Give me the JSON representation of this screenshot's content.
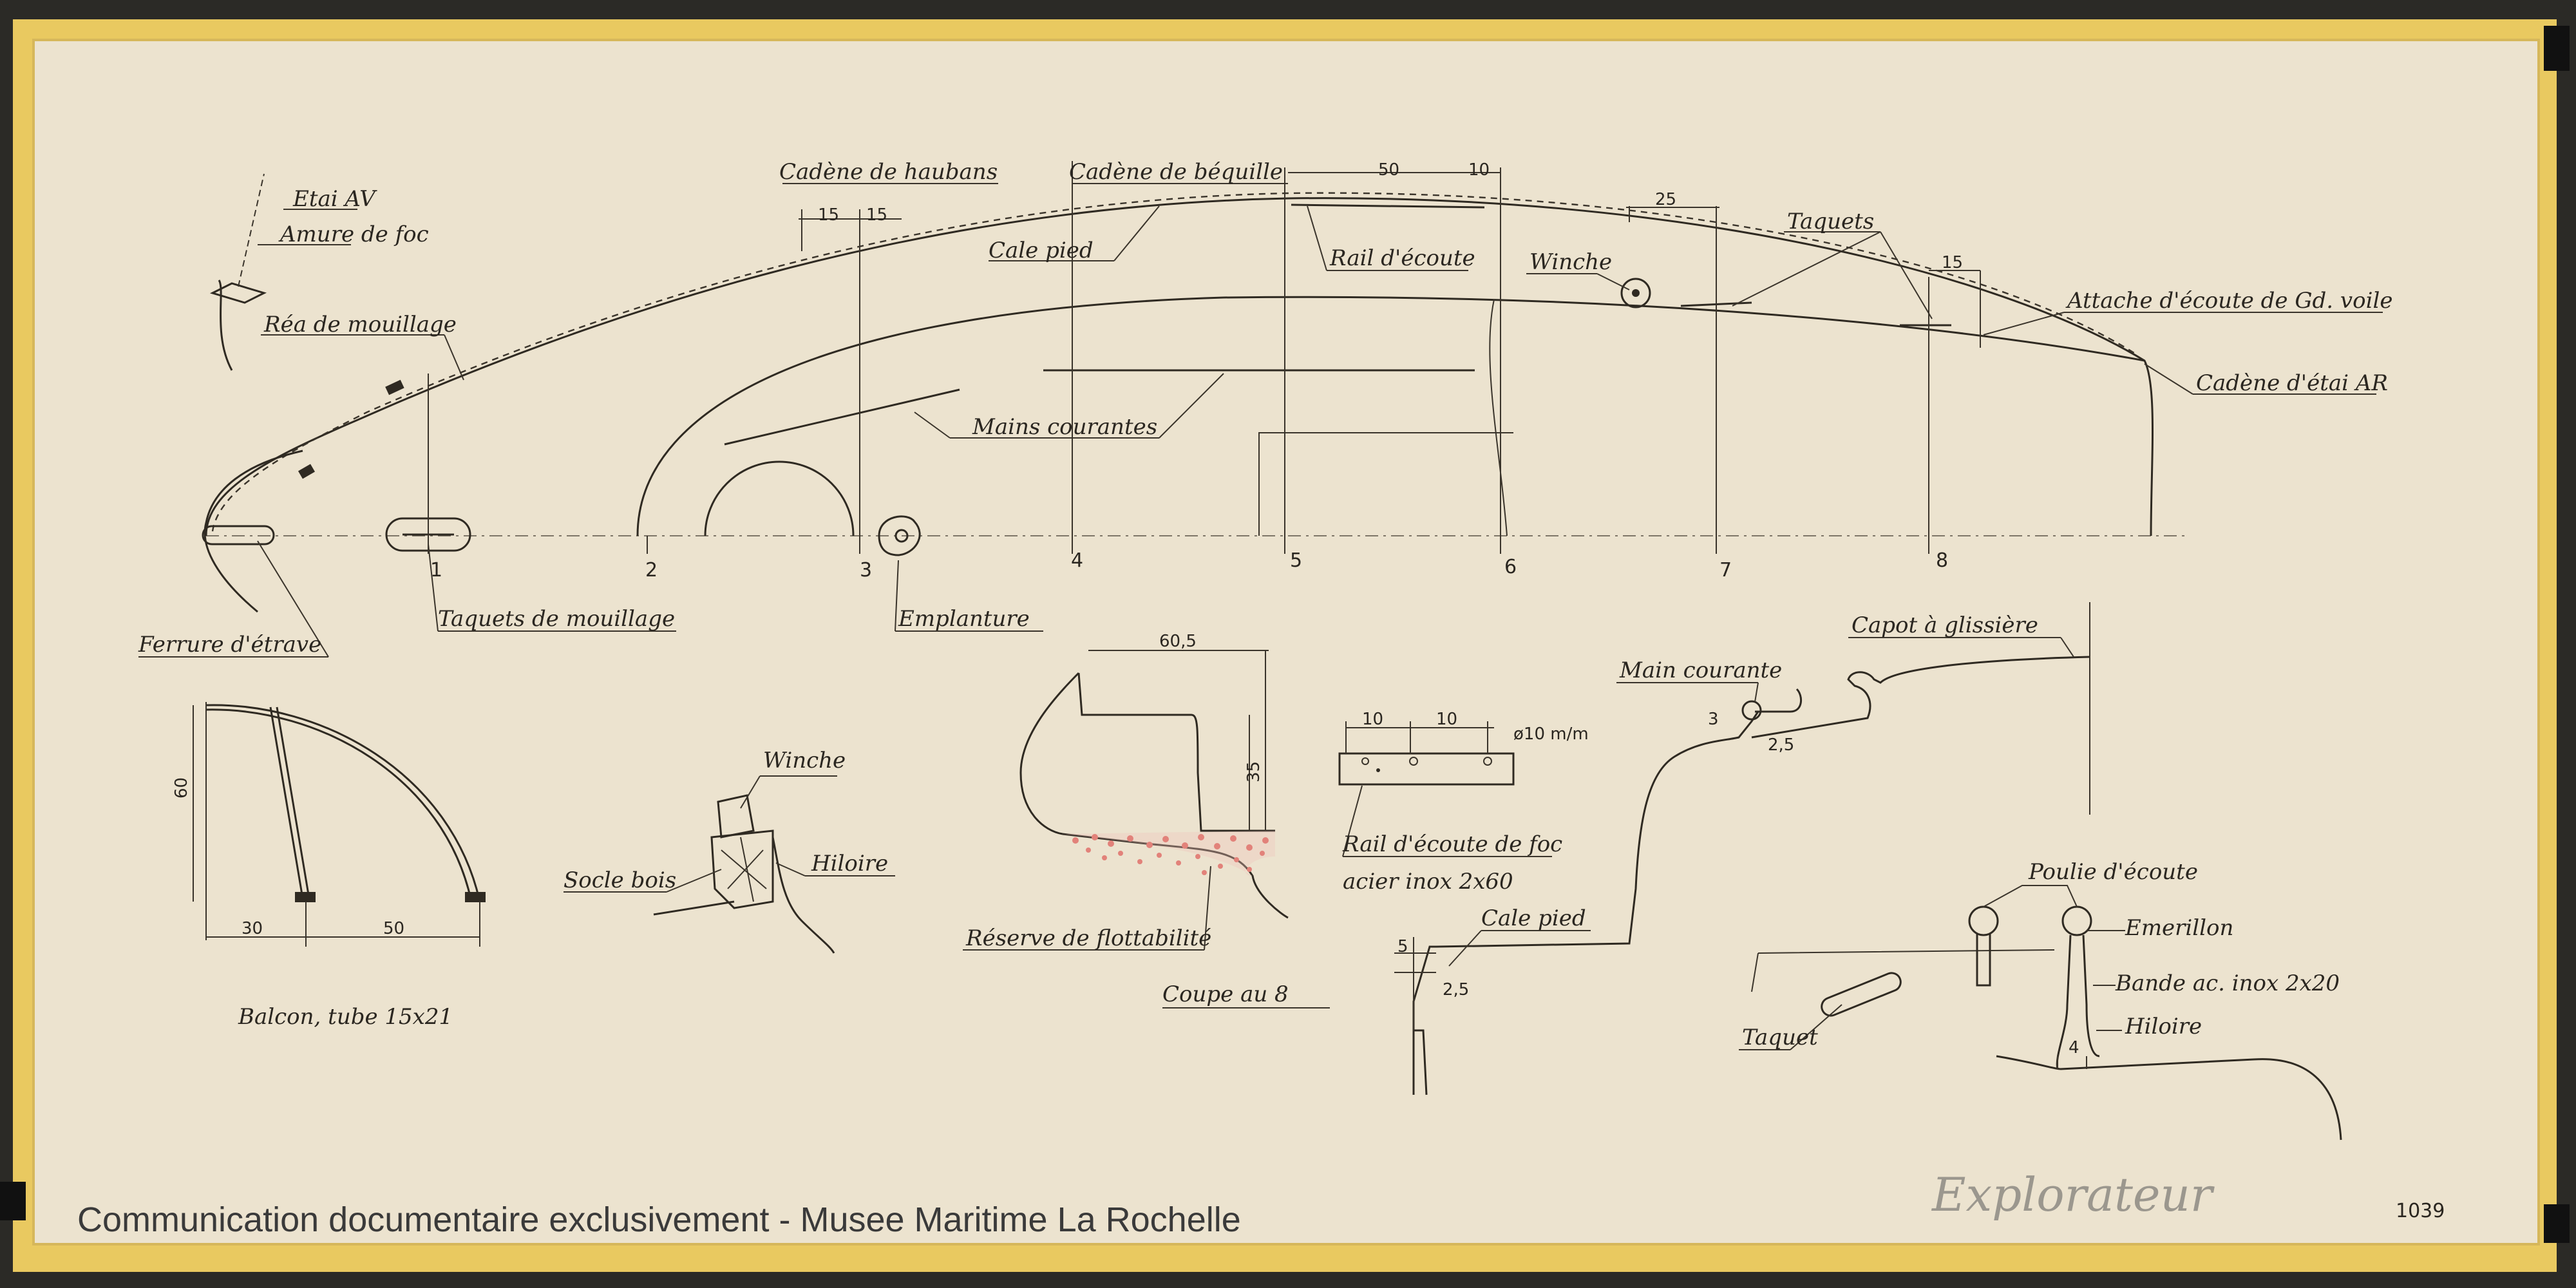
{
  "labels": {
    "etai_av": "Etai AV",
    "amure_foc": "Amure de foc",
    "rea_mouillage": "Réa de mouillage",
    "cadene_haubans": "Cadène de haubans",
    "cadene_bequille": "Cadène de béquille",
    "cale_pied_top": "Cale pied",
    "rail_ecoute": "Rail d'écoute",
    "winche_top": "Winche",
    "taquets": "Taquets",
    "attache_ecoute": "Attache d'écoute de Gd. voile",
    "cadene_etai_ar": "Cadène d'étai AR",
    "mains_courantes": "Mains courantes",
    "ferrure_etrave": "Ferrure d'étrave",
    "taquets_mouillage": "Taquets de mouillage",
    "emplanture": "Emplanture",
    "balcon": "Balcon, tube 15x21",
    "winche_detail": "Winche",
    "socle_bois": "Socle bois",
    "hiloire_detail": "Hiloire",
    "reserve_flottabilite": "Réserve de flottabilité",
    "coupe_8": "Coupe au 8",
    "rail_ecoute_foc": "Rail d'écoute de foc",
    "acier_inox": "acier inox 2x60",
    "main_courante_detail": "Main courante",
    "capot_glissiere": "Capot à glissière",
    "cale_pied_detail": "Cale pied",
    "poulie_ecoute": "Poulie d'écoute",
    "emerillon": "Emerillon",
    "bande_inox": "Bande ac. inox 2x20",
    "hiloire_right": "Hiloire",
    "taquet_right": "Taquet"
  },
  "dimensions": {
    "d15a": "15",
    "d15b": "15",
    "d50": "50",
    "d10": "10",
    "d25": "25",
    "d15c": "15",
    "d60": "60",
    "d30": "30",
    "d50b": "50",
    "d60_5": "60,5",
    "d35": "35",
    "d10a": "10",
    "d10b": "10",
    "d10mm": "ø10 m/m",
    "d3": "3",
    "d2_5a": "2,5",
    "d5": "5",
    "d2_5b": "2,5",
    "d4": "4"
  },
  "stations": [
    "1",
    "2",
    "3",
    "4",
    "5",
    "6",
    "7",
    "8"
  ],
  "caption": "Communication documentaire exclusivement - Musee Maritime La Rochelle",
  "title_handwritten": "Explorateur",
  "sheet_number": "1039",
  "colors": {
    "paper": "#ece3cf",
    "border_tape": "#e7c96a",
    "ink": "#2f2a22",
    "flotation_dots": "#e2827a"
  }
}
